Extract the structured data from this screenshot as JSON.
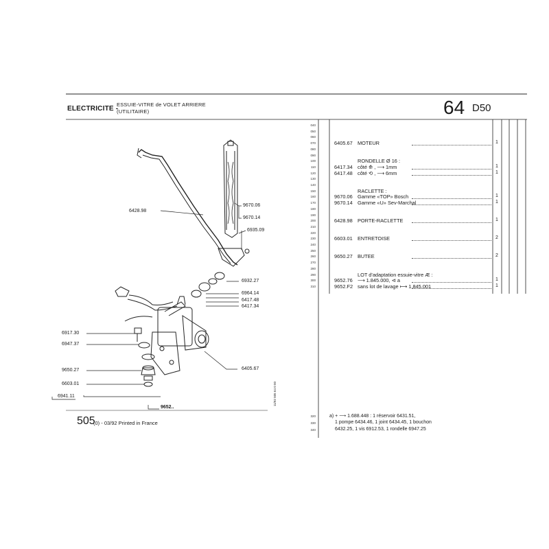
{
  "header": {
    "section": "ELECTRICITE -",
    "subtitle_line1": "ESSUIE-VITRE de VOLET ARRIERE",
    "subtitle_line2": "(UTILITAIRE)",
    "page_number": "64",
    "page_code": "D50"
  },
  "row_numbers": [
    "040",
    "050",
    "060",
    "070",
    "080",
    "090",
    "100",
    "110",
    "120",
    "130",
    "140",
    "150",
    "160",
    "170",
    "180",
    "190",
    "200",
    "210",
    "220",
    "230",
    "240",
    "250",
    "260",
    "270",
    "280",
    "290",
    "300",
    "310"
  ],
  "parts": [
    {
      "ref": "6405.67",
      "desc": "MOTEUR",
      "qty": "1",
      "row": 3
    },
    {
      "ref": "",
      "desc": "RONDELLE Ø 16 :",
      "qty": "",
      "row": 6
    },
    {
      "ref": "6417.34",
      "desc": "côté ⟰ , ⟶ 1mm",
      "qty": "1",
      "row": 7
    },
    {
      "ref": "6417.48",
      "desc": "côté ⟲ , ⟶ 6mm",
      "qty": "1",
      "row": 8
    },
    {
      "ref": "",
      "desc": "RACLETTE :",
      "qty": "",
      "row": 11
    },
    {
      "ref": "9670.06",
      "desc": "Gamme «TOP» Bosch",
      "qty": "1",
      "row": 12
    },
    {
      "ref": "9670.14",
      "desc": "Gamme «U» Sev-Marchal",
      "qty": "1",
      "row": 13
    },
    {
      "ref": "6428.98",
      "desc": "PORTE-RACLETTE",
      "qty": "1",
      "row": 16
    },
    {
      "ref": "6603.01",
      "desc": "ENTRETOISE",
      "qty": "2",
      "row": 19
    },
    {
      "ref": "9650.27",
      "desc": "BUTEE",
      "qty": "2",
      "row": 22
    },
    {
      "ref": "",
      "desc": "LOT d'adaptation essuie-vitre Æ :",
      "qty": "",
      "row": 25
    },
    {
      "ref": "9652.76",
      "desc": "⟶ 1.845.000, ⊲ a",
      "qty": "1",
      "row": 26
    },
    {
      "ref": "9652.F2",
      "desc": "sans lot de lavage ⟼ 1.845.001",
      "qty": "1",
      "row": 27
    }
  ],
  "callouts": {
    "c6428_98": "6428.98",
    "c9670_06": "9670.06",
    "c9670_14": "9670.14",
    "c6935_09": "6935.09",
    "c6932_27": "6932.27",
    "c6964_14": "6964.14",
    "c6417_48": "6417.48",
    "c6417_34": "6417.34",
    "c6917_30": "6917.30",
    "c6947_37": "6947.37",
    "c9650_27": "9650.27",
    "c6603_01": "6603.01",
    "c6941_11": "6941.11",
    "c6405_67": "6405.67",
    "c9652": "9652.."
  },
  "vertical_code": "11/92  505 64 0 50",
  "footer": {
    "number": "505",
    "text": "(0) - 03/92 Printed in France"
  },
  "notes": {
    "row_numbers": [
      "320",
      "330",
      "340"
    ],
    "line1": "a)  +  ⟶ 1.688.448 : 1 réservoir 6431.51,",
    "line2": "1 pompe 6434.46, 1 joint 6434.45, 1 bouchon",
    "line3": "6432.25, 1 vis 6912.53, 1 rondelle 6947.25"
  }
}
